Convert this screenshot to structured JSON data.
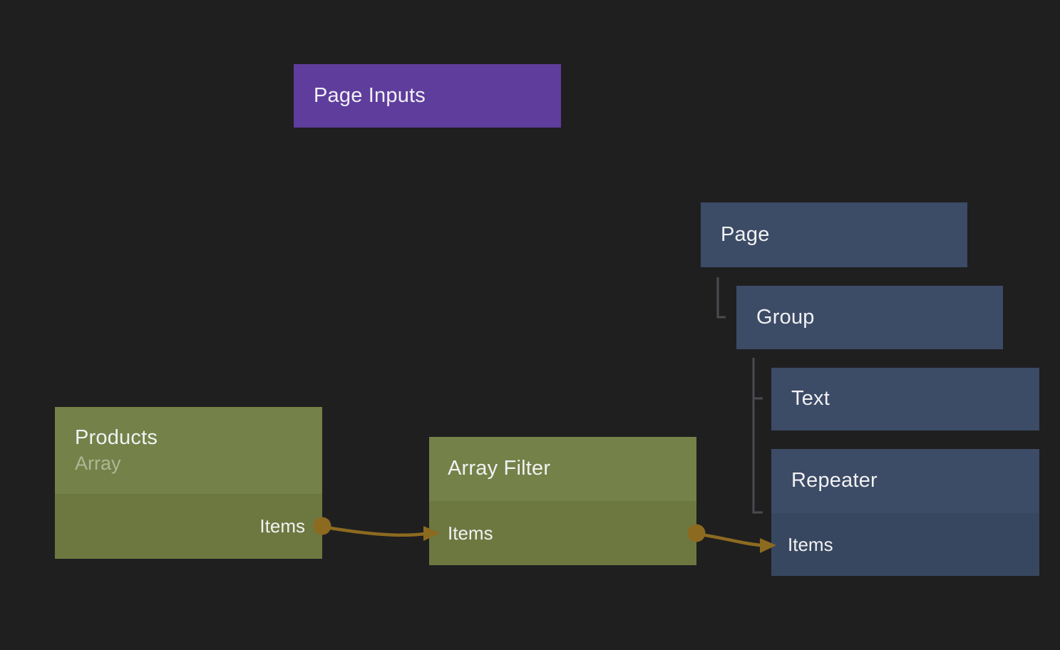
{
  "canvas": {
    "background": "#1f1f20"
  },
  "colors": {
    "background": "#1f1f20",
    "page_inputs": "#5f3d9d",
    "ui_node": "#3c4b66",
    "ui_node_port": "#384760",
    "data_node": "#748148",
    "data_node_port": "#6d7841",
    "connection": "#8c6a20",
    "hierarchy_line": "#4b4b4f",
    "title_text": "#f1f1f3",
    "subtitle_text": "rgba(255,255,255,0.42)"
  },
  "nodes": {
    "page_inputs": {
      "title": "Page Inputs"
    },
    "page": {
      "title": "Page"
    },
    "group": {
      "title": "Group"
    },
    "text": {
      "title": "Text"
    },
    "repeater": {
      "title": "Repeater",
      "port": {
        "label": "Items"
      }
    },
    "products": {
      "title": "Products",
      "subtitle": "Array",
      "port": {
        "label": "Items"
      }
    },
    "array_filter": {
      "title": "Array Filter",
      "port": {
        "label": "Items"
      }
    }
  },
  "connections": [
    {
      "from": "Products.Items",
      "to": "Array Filter.Items"
    },
    {
      "from": "Array Filter.Items",
      "to": "Repeater.Items"
    }
  ]
}
